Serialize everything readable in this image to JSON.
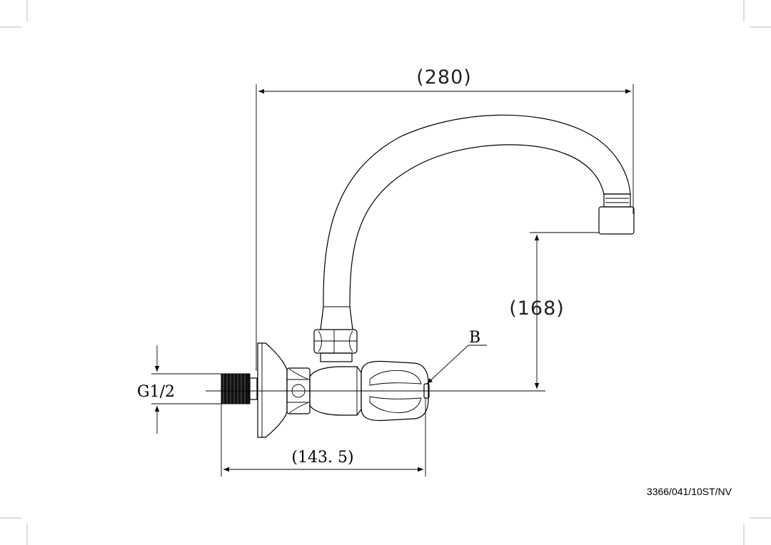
{
  "dimensions": {
    "overall_width": "(280)",
    "spout_height": "(168)",
    "body_length": "(143. 5)",
    "thread": "G1/2",
    "callout_b": "B"
  },
  "product_code": "3366/041/10ST/NV"
}
